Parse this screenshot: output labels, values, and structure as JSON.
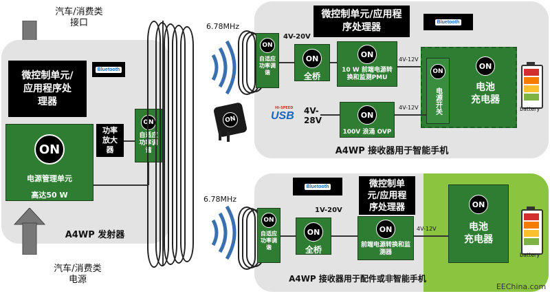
{
  "top_left_label": "汽车/消费类\n接口",
  "bottom_left_label": "汽车/消费类\n电源",
  "transmitter": {
    "mcu": "微控制单元/\n应用程序处\n理器",
    "bluetooth": "Bluetooth",
    "pmu_on": "ON",
    "pmu_name": "电源管理单元",
    "pmu_power": "高达50 W",
    "amp": "功率\n放大\n器",
    "tuning_on": "ON",
    "tuning": "自适应\n功率调\n谐",
    "title": "A4WP 发射器"
  },
  "freq_top": "6.78MHz",
  "freq_bottom": "6.78MHz",
  "receiver_phone": {
    "mcu": "微控制单元/应用程\n序处理器",
    "bluetooth": "Bluetooth",
    "tuning_on": "ON",
    "tuning": "自适应\n功率调\n谐",
    "voltage_in": "4V-20V",
    "bridge_on": "ON",
    "bridge": "全桥",
    "pmu_on": "ON",
    "pmu": "10 W 前端电源转\n换和监测PMU",
    "v_out1": "4V-12V",
    "switch_on": "ON",
    "switch": "电源开关",
    "charger_on": "ON",
    "charger": "电池\n充电器",
    "usb_v": "4V-\n28V",
    "usb_label": "USB",
    "usb_speed": "HI-SPEED",
    "ovp_on": "ON",
    "ovp": "100V 浪涌 OVP",
    "v_out2": "4V-12V",
    "battery": "battery",
    "adapter_on": "ON",
    "title": "A4WP 接收器用于智能手机"
  },
  "receiver_accessory": {
    "bluetooth": "Bluetooth",
    "mcu": "微控制单\n元/应用程\n序处理器",
    "tuning_on": "ON",
    "tuning": "自适应\n功率调\n谐",
    "voltage_in": "1V-20V",
    "bridge_on": "ON",
    "bridge": "全桥",
    "pmu_on": "ON",
    "pmu": "前端电源转换和监\n测器",
    "v_out": "4V-12V",
    "charger_on": "ON",
    "charger": "电池\n充电器",
    "battery": "battery",
    "title": "A4WP 接收器用于配件或非智能手机"
  },
  "watermark": "EEChina.com",
  "colors": {
    "panel_gray": "#e3e3e3",
    "accent_green": "#8bc53f",
    "box_green": "#2e7d32",
    "battery_red": "#d32f2f",
    "battery_yellow": "#fbc02d",
    "battery_green": "#7cb342"
  }
}
